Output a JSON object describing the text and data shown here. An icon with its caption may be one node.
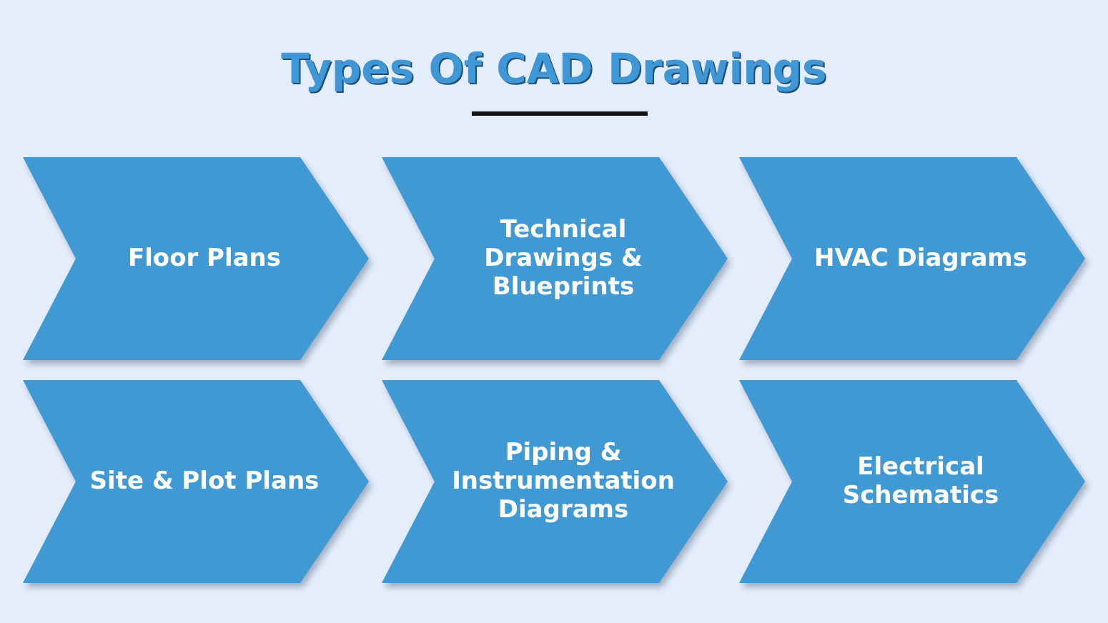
{
  "diagram": {
    "title": "Types Of CAD Drawings",
    "nodes": [
      {
        "text": [
          "Floor Plans"
        ]
      },
      {
        "text": [
          "Technical Drawings & Blueprints"
        ]
      },
      {
        "text": [
          "HVAC Diagrams"
        ]
      },
      {
        "text": [
          "Site & Plot Plans"
        ]
      },
      {
        "text": [
          "Piping & Instrumentation Diagrams"
        ]
      },
      {
        "text": [
          "Electrical Schematics"
        ]
      }
    ]
  }
}
